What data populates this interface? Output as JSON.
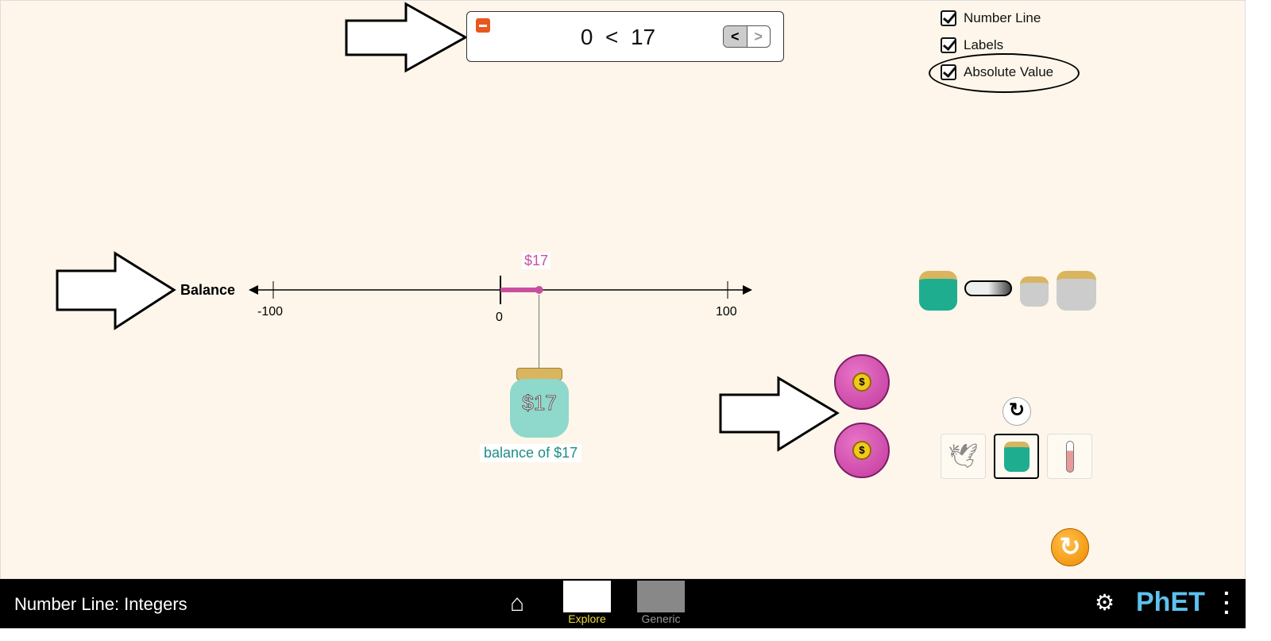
{
  "comparison": {
    "left": "0",
    "op": "<",
    "right": "17",
    "btn_lt": "<",
    "btn_gt": ">"
  },
  "checkboxes": [
    {
      "label": "Number Line",
      "checked": true
    },
    {
      "label": "Labels",
      "checked": true
    },
    {
      "label": "Absolute Value",
      "checked": true
    }
  ],
  "number_line": {
    "label": "Balance",
    "min": -100,
    "max": 100,
    "ticks": [
      "-100",
      "0",
      "100"
    ],
    "value": 17,
    "value_label": "$17",
    "accent": "#c9509f"
  },
  "jar": {
    "text": "$17",
    "caption": "balance of $17"
  },
  "scene_buttons": [
    "bird",
    "piggy-bank",
    "thermometer"
  ],
  "nav": {
    "title": "Number Line: Integers",
    "screens": [
      {
        "label": "Explore",
        "active": true
      },
      {
        "label": "Generic",
        "active": false
      }
    ],
    "brand": "PhET"
  }
}
